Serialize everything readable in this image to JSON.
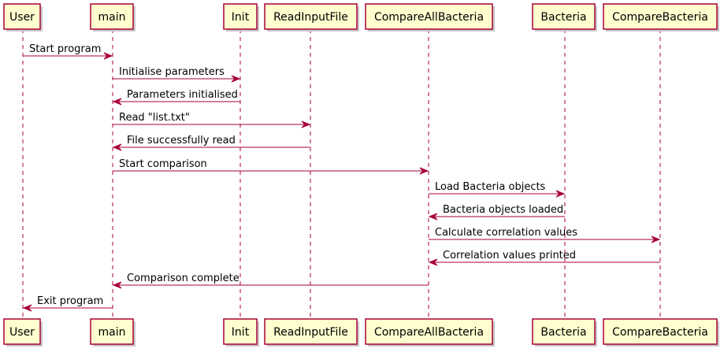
{
  "diagram": {
    "type": "sequence",
    "colors": {
      "box_fill": "#FEFECE",
      "box_stroke": "#A80036",
      "line": "#A80036",
      "text": "#000000"
    },
    "participants": [
      {
        "id": "user",
        "label": "User"
      },
      {
        "id": "main",
        "label": "main"
      },
      {
        "id": "init",
        "label": "Init"
      },
      {
        "id": "readinputfile",
        "label": "ReadInputFile"
      },
      {
        "id": "compareallbacteria",
        "label": "CompareAllBacteria"
      },
      {
        "id": "bacteria",
        "label": "Bacteria"
      },
      {
        "id": "comparebacteria",
        "label": "CompareBacteria"
      }
    ],
    "messages": [
      {
        "from": "user",
        "to": "main",
        "label": "Start program"
      },
      {
        "from": "main",
        "to": "init",
        "label": "Initialise parameters"
      },
      {
        "from": "init",
        "to": "main",
        "label": "Parameters initialised"
      },
      {
        "from": "main",
        "to": "readinputfile",
        "label": "Read \"list.txt\""
      },
      {
        "from": "readinputfile",
        "to": "main",
        "label": "File successfully read"
      },
      {
        "from": "main",
        "to": "compareallbacteria",
        "label": "Start comparison"
      },
      {
        "from": "compareallbacteria",
        "to": "bacteria",
        "label": "Load Bacteria objects"
      },
      {
        "from": "bacteria",
        "to": "compareallbacteria",
        "label": "Bacteria objects loaded"
      },
      {
        "from": "compareallbacteria",
        "to": "comparebacteria",
        "label": "Calculate correlation values"
      },
      {
        "from": "comparebacteria",
        "to": "compareallbacteria",
        "label": "Correlation values printed"
      },
      {
        "from": "compareallbacteria",
        "to": "main",
        "label": "Comparison complete"
      },
      {
        "from": "main",
        "to": "user",
        "label": "Exit program"
      }
    ]
  }
}
